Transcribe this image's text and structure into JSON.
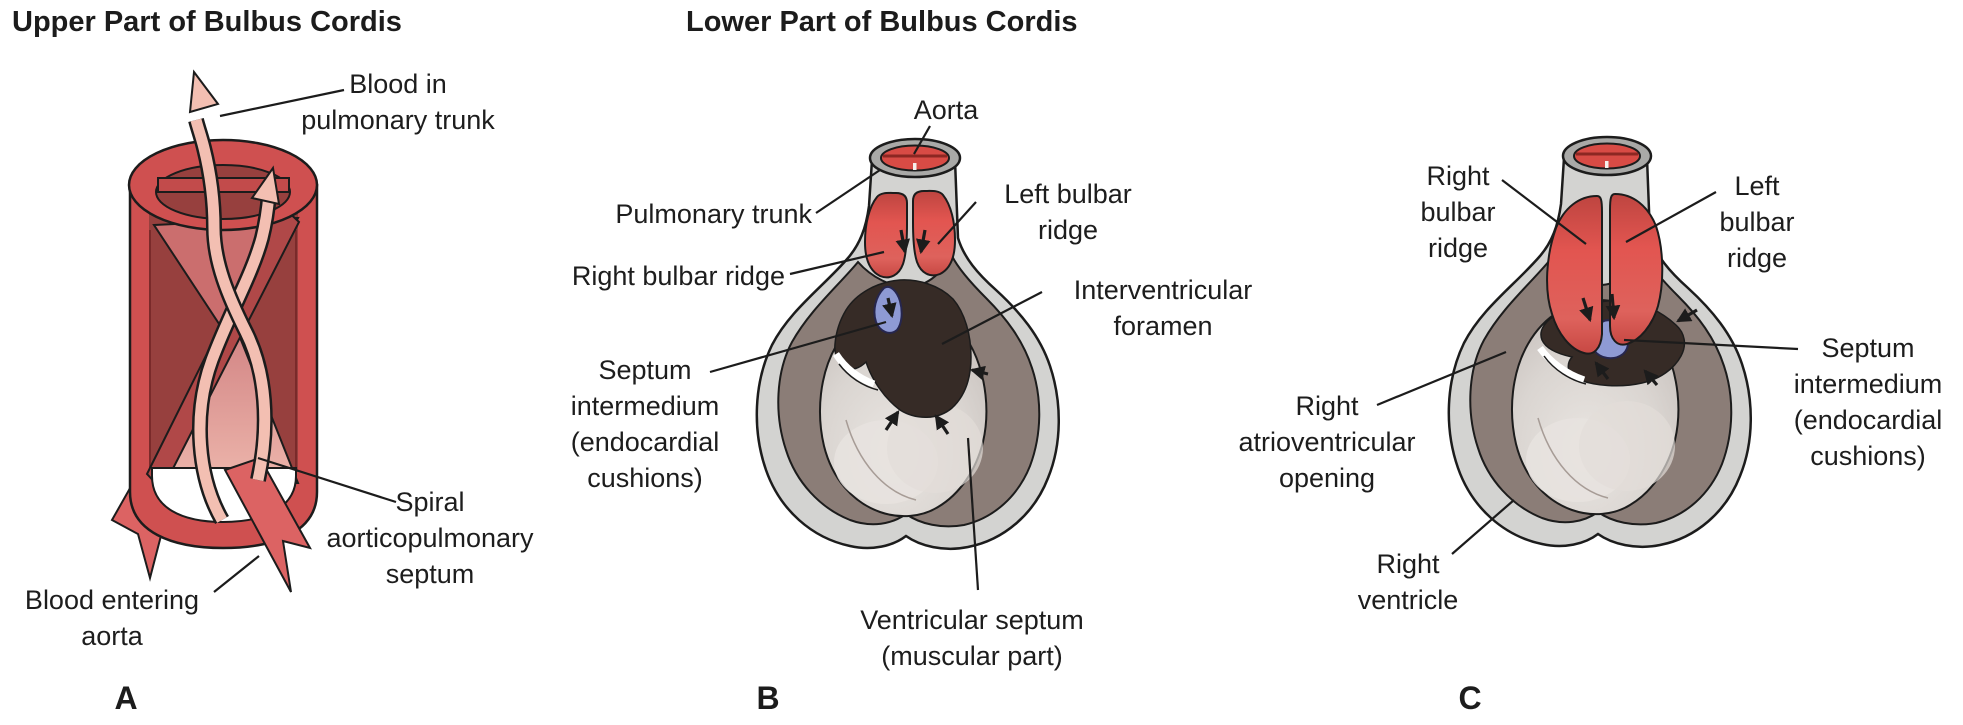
{
  "titles": {
    "upper": "Upper Part of Bulbus Cordis",
    "lower": "Lower Part of Bulbus Cordis"
  },
  "panel_a": {
    "letter": "A",
    "labels": {
      "blood_in_pulmonary_trunk": "Blood in\npulmonary trunk",
      "spiral_aorticopulmonary_septum": "Spiral\naorticopulmonary\nseptum",
      "blood_entering_aorta": "Blood entering\naorta"
    }
  },
  "panel_b": {
    "letter": "B",
    "labels": {
      "aorta": "Aorta",
      "pulmonary_trunk": "Pulmonary trunk",
      "right_bulbar_ridge": "Right bulbar ridge",
      "left_bulbar_ridge": "Left bulbar\nridge",
      "interventricular_foramen": "Interventricular\nforamen",
      "septum_intermedium": "Septum\nintermedium\n(endocardial\ncushions)",
      "ventricular_septum": "Ventricular septum\n(muscular part)"
    }
  },
  "panel_c": {
    "letter": "C",
    "labels": {
      "right_bulbar_ridge": "Right\nbulbar\nridge",
      "left_bulbar_ridge": "Left\nbulbar\nridge",
      "septum_intermedium": "Septum\nintermedium\n(endocardial\ncushions)",
      "right_atrioventricular_opening": "Right\natrioventricular\nopening",
      "right_ventricle": "Right\nventricle"
    }
  },
  "colors": {
    "ink": "#1C1C1C",
    "red_wall": "#CF5050",
    "red_interior": "#97403E",
    "cone_upper": "#CB6E6E",
    "spiral_band": "#B04848",
    "arrow_salmon": "#F3BFB2",
    "ribbon_red": "#DC6363",
    "grey_outer": "#D3D3D1",
    "grey_rim": "#A9A9A7",
    "myocardium": "#8B7D77",
    "cavity_base": "#D3CDC9",
    "cavity_light": "#E7E3DF",
    "foramen_dark": "#362B26",
    "cushion_blue": "#8E9AD4",
    "opening_red": "#D84B45",
    "opening_line": "#8C2722"
  }
}
